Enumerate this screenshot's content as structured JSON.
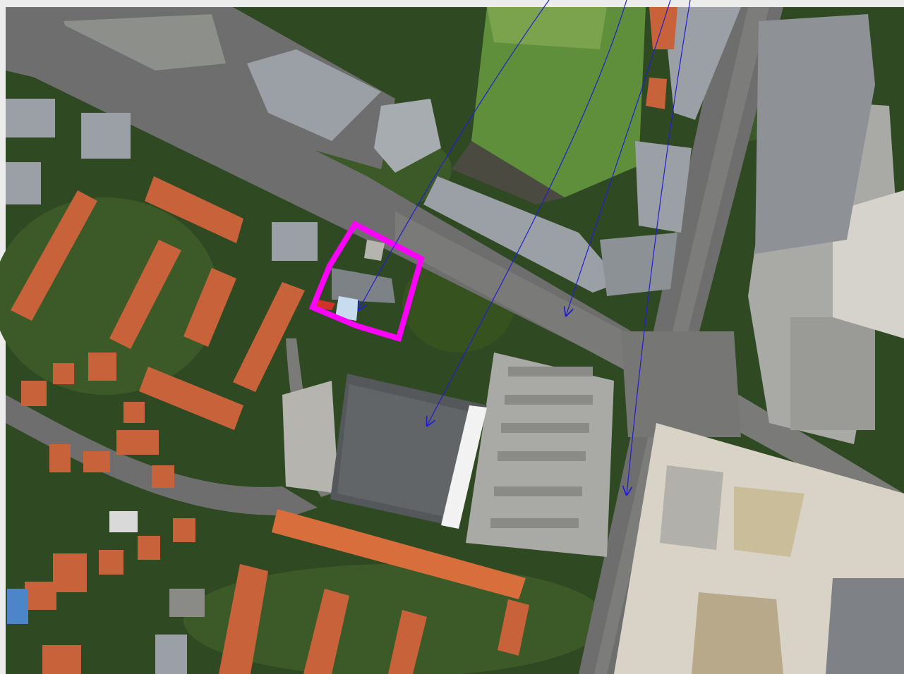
{
  "map": {
    "view": "satellite",
    "colors": {
      "frame": "#ececec",
      "vegetation": "#2f4a22",
      "vegetation_light": "#4a6a30",
      "grass_field": "#5f8f3a",
      "road": "#6e6e6e",
      "parking": "#a9a9a6",
      "plaza": "#d8d3c6",
      "roof_red": "#c8623a",
      "roof_gray": "#9aa0a6",
      "roof_dark": "#55585a",
      "boundary": "#ff00ff",
      "arrow": "#1f1fd0"
    }
  },
  "annotations": {
    "highlighted_plot": {
      "name": "plot-boundary",
      "color": "#ff00ff"
    },
    "pointer_arrows": [
      {
        "name": "arrow-to-plot"
      },
      {
        "name": "arrow-to-road"
      },
      {
        "name": "arrow-to-store-roof"
      },
      {
        "name": "arrow-to-avenue"
      }
    ]
  }
}
